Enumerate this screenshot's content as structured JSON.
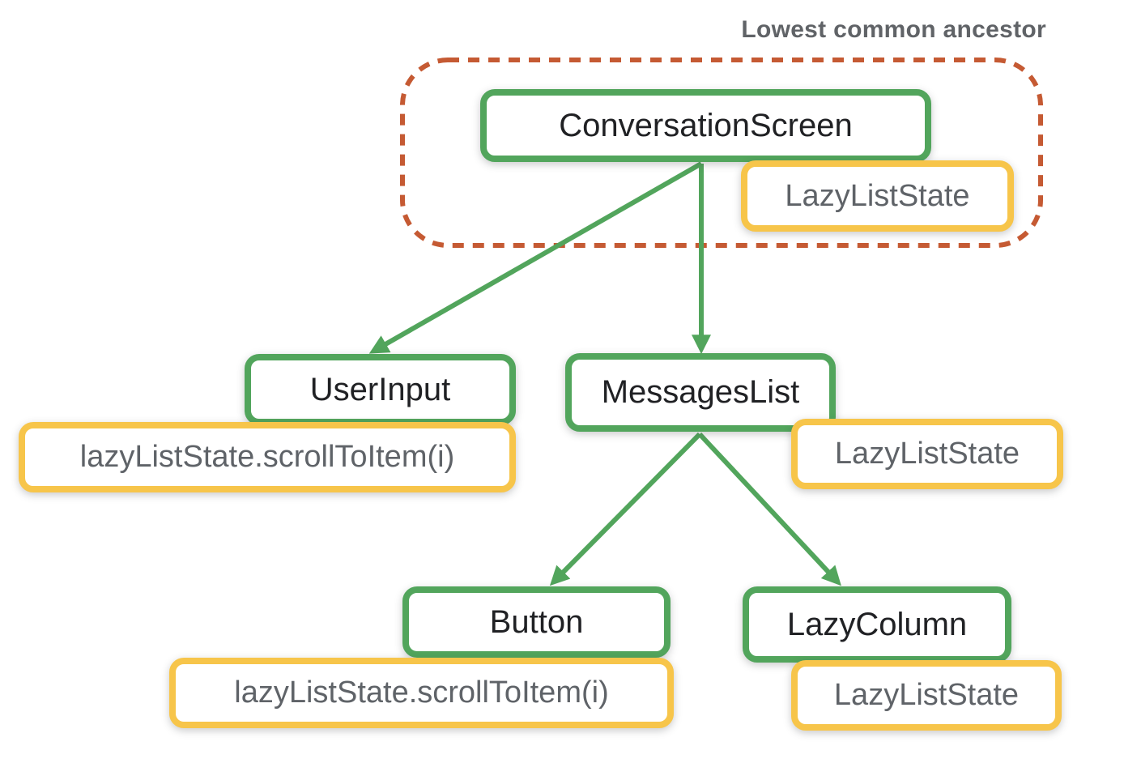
{
  "annotation": {
    "label": "Lowest common ancestor"
  },
  "nodes": {
    "conversation_screen": {
      "label": "ConversationScreen",
      "kind": "composable"
    },
    "conversation_state": {
      "label": "LazyListState",
      "kind": "state"
    },
    "user_input": {
      "label": "UserInput",
      "kind": "composable"
    },
    "user_input_call": {
      "label": "lazyListState.scrollToItem(i)",
      "kind": "state-call"
    },
    "messages_list": {
      "label": "MessagesList",
      "kind": "composable"
    },
    "messages_list_state": {
      "label": "LazyListState",
      "kind": "state"
    },
    "button": {
      "label": "Button",
      "kind": "composable"
    },
    "button_call": {
      "label": "lazyListState.scrollToItem(i)",
      "kind": "state-call"
    },
    "lazy_column": {
      "label": "LazyColumn",
      "kind": "composable"
    },
    "lazy_column_state": {
      "label": "LazyListState",
      "kind": "state"
    }
  },
  "edges": [
    {
      "from": "ConversationScreen",
      "to": "UserInput"
    },
    {
      "from": "ConversationScreen",
      "to": "MessagesList"
    },
    {
      "from": "MessagesList",
      "to": "Button"
    },
    {
      "from": "MessagesList",
      "to": "LazyColumn"
    }
  ],
  "colors": {
    "component_border": "#52A55C",
    "state_border": "#F7C54A",
    "edge": "#52A55C",
    "ancestor_outline": "#C55A33",
    "component_text": "#202124",
    "state_text": "#5F6368",
    "annotation_text": "#606367"
  }
}
